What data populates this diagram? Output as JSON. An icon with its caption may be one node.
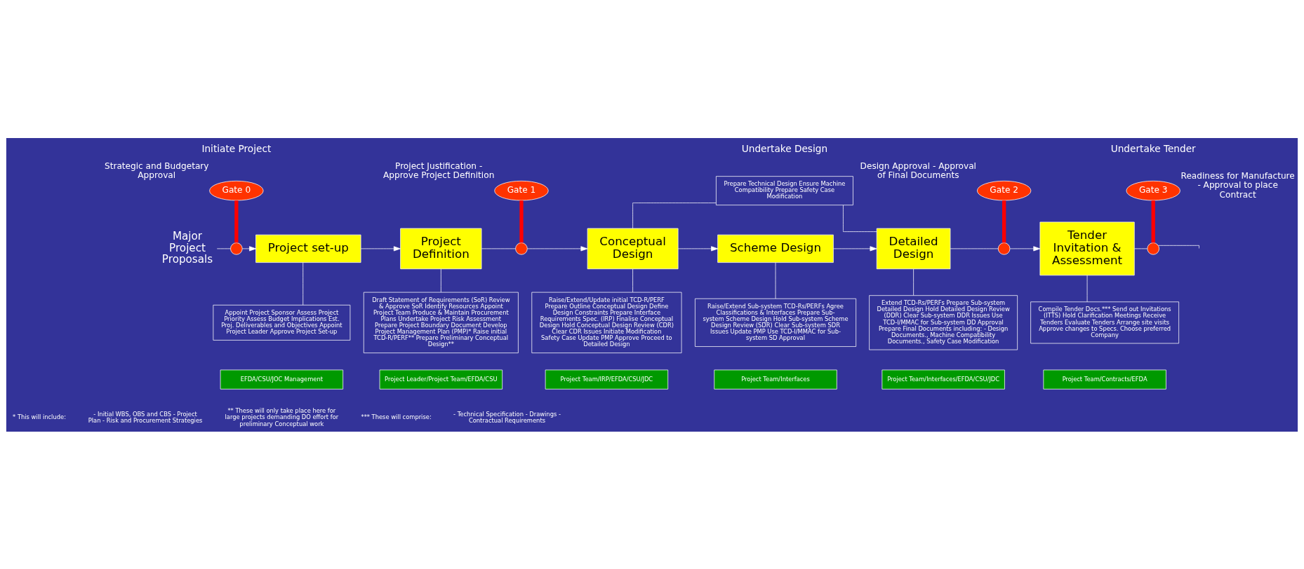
{
  "diagram": {
    "nodes": [
      {
        "text": [
          "Gate 0"
        ],
        "beside": [
          "Strategic and Budgetary Approval"
        ]
      },
      {
        "text": [],
        "shape": "circle"
      },
      {
        "text": [
          "Major Project Proposals"
        ]
      },
      {
        "text": [
          "Project set-up"
        ]
      },
      {
        "text": [
          "Appoint Project Sponsor Assess Project Priority Assess Budget Implications Est. Proj. Deliverables and Objectives Appoint Project Leader Approve Project Set-up"
        ]
      },
      {
        "text": [
          "EFDA/CSU/JOC Management"
        ]
      },
      {
        "text": [
          "Gate 1"
        ],
        "beside": [
          "Project Justification - Approve Project Definition"
        ]
      },
      {
        "text": [],
        "shape": "circle"
      },
      {
        "text": [
          "Project Definition"
        ]
      },
      {
        "text": [
          "Draft Statement of Requirements (SoR) Review & Approve SoR Identify Resources Appoint Project Team Produce & Maintain Procurement Plans Undertake Project Risk Assessment Prepare Project Boundary Document Develop Project Management Plan (PMP)* Raise initial TCD-R/PERF** Prepare Preliminary Conceptual Design**"
        ]
      },
      {
        "text": [
          "Project Leader/Project Team/EFDA/CSU"
        ]
      },
      {
        "text": [
          "Conceptual Design"
        ]
      },
      {
        "text": [
          "Raise/Extend/Update initial TCD-R/PERF Prepare Outline Conceptual Design Define Design Constraints Prepare Interface Requirements Spec. (IRP) Finalise Conceptual Design Hold Conceptual Design Review (CDR) Clear CDR Issues Initiate Modification Safety Case Update PMP Approve Proceed to Detailed Design"
        ]
      },
      {
        "text": [
          "Project Team/IRP/EFDA/CSU/JDC"
        ]
      },
      {
        "text": [
          "Prepare Technical Design Ensure Machine Compatibility Prepare Safety Case Modification"
        ]
      },
      {
        "text": [
          "Scheme Design"
        ]
      },
      {
        "text": [
          "Raise/Extend Sub-system TCD-Rs/PERFs Agree Classifications & Interfaces Prepare Sub-system Scheme Design Hold Sub-system Scheme Design Review (SDR) Clear Sub-system SDR Issues Update PMP Use TCD-I/MMAC for Sub-system SD Approval"
        ]
      },
      {
        "text": [
          "Project Team/Interfaces"
        ]
      },
      {
        "text": [
          "Detailed Design"
        ]
      },
      {
        "text": [
          "Extend TCD-Rs/PERFs Prepare Sub-system Detailed Design Hold Detailed Design Review (DDR) Clear Sub-system DDR Issues Use TCD-I/MMAC for Sub-system DD Approval Prepare Final Documents including: - Design Documents., Machine Compatibility Documents., Safety Case Modification"
        ]
      },
      {
        "text": [
          "Project Team/Interfaces/EFDA/CSU/JDC"
        ]
      },
      {
        "text": [
          "Gate 2"
        ],
        "beside": [
          "Design Approval - Approval of Final Documents"
        ]
      },
      {
        "text": [],
        "shape": "circle"
      },
      {
        "text": [
          "Tender Invitation & Assessment"
        ]
      },
      {
        "text": [
          "Compile Tender Docs.*** Send out Invitations (ITTS) Hold Clarification Meetings Receive Tenders Evaluate Tenders Arrange site visits Approve changes to Specs. Choose preferred Company"
        ]
      },
      {
        "text": [
          "Project Team/Contracts/EFDA"
        ]
      },
      {
        "text": [
          "Gate 3"
        ],
        "beside": [
          "Readiness for Manufacture - Approval to place Contract"
        ]
      },
      {
        "text": [],
        "shape": "circle"
      }
    ],
    "edges": [
      {
        "from": 0,
        "to": 1,
        "arrow": "none",
        "style": "thick",
        "color": "#ff0000"
      },
      {
        "from": 2,
        "to": 1,
        "arrow": "none"
      },
      {
        "from": 1,
        "to": 3,
        "arrow": "to"
      },
      {
        "from": 3,
        "to": 8,
        "arrow": "to"
      },
      {
        "from": 3,
        "to": 4,
        "arrow": "none"
      },
      {
        "from": 8,
        "to": 9,
        "arrow": "none"
      },
      {
        "from": 8,
        "to": 7,
        "arrow": "none"
      },
      {
        "from": 6,
        "to": 7,
        "arrow": "none",
        "style": "thick",
        "color": "#ff0000"
      },
      {
        "from": 7,
        "to": 11,
        "arrow": "to"
      },
      {
        "from": 11,
        "to": 12,
        "arrow": "none"
      },
      {
        "from": 14,
        "to": 11,
        "arrow": "none"
      },
      {
        "from": 14,
        "to": 18,
        "arrow": "none"
      },
      {
        "from": 11,
        "to": 15,
        "arrow": "to"
      },
      {
        "from": 15,
        "to": 16,
        "arrow": "none"
      },
      {
        "from": 15,
        "to": 18,
        "arrow": "to"
      },
      {
        "from": 18,
        "to": 19,
        "arrow": "none"
      },
      {
        "from": 18,
        "to": 22,
        "arrow": "none"
      },
      {
        "from": 21,
        "to": 22,
        "arrow": "none",
        "style": "thick",
        "color": "#ff0000"
      },
      {
        "from": 22,
        "to": 23,
        "arrow": "to"
      },
      {
        "from": 23,
        "to": 24,
        "arrow": "none"
      },
      {
        "from": 23,
        "to": 27,
        "arrow": "none"
      },
      {
        "from": 26,
        "to": 27,
        "arrow": "none",
        "style": "thick",
        "color": "#ff0000"
      },
      {
        "from": 27,
        "to": null,
        "arrow": "none"
      }
    ],
    "labels": [
      "Initiate Project",
      "Undertake Design",
      "Undertake Tender",
      "* This will include:",
      "- Initial WBS, OBS and CBS - Project Plan - Risk and Procurement Strategies",
      "** These will only take place here for large projects demanding DO effort for preliminary Conceptual work",
      "*** These will comprise:",
      "- Technical Specification - Drawings - Contractual Requirements"
    ]
  }
}
